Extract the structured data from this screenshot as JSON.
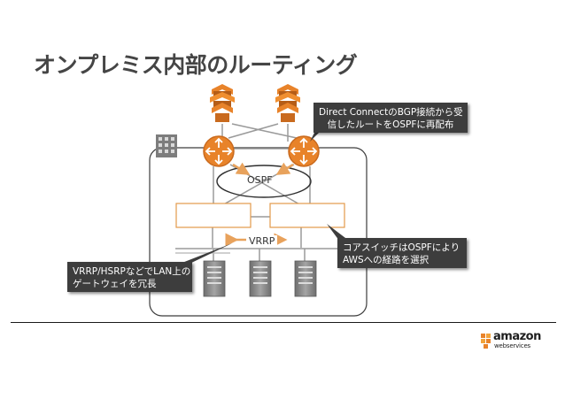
{
  "title": "オンプレミス内部のルーティング",
  "labels": {
    "ospf": "OSPF",
    "vrrp": "VRRP"
  },
  "callouts": {
    "direct_connect": [
      "Direct ConnectのBGP接続から受",
      "信したルートをOSPFに再配布"
    ],
    "core_switch": [
      "コアスイッチはOSPFにより",
      "AWSへの経路を選択"
    ],
    "vrrp_hsrp": [
      "VRRP/HSRPなどでLAN上の",
      "ゲートウェイを冗長"
    ]
  },
  "logo": {
    "word": "amazon",
    "sub": "webservices"
  },
  "colors": {
    "aws_orange": "#e8832a",
    "arrow_orange": "#e8a25c",
    "switch_border": "#e39a4a",
    "callout_bg": "#3d3d3d",
    "server_gray": "#8a8a8a"
  },
  "icons": [
    "direct-connect-icon",
    "router-icon",
    "building-icon",
    "server-icon"
  ]
}
